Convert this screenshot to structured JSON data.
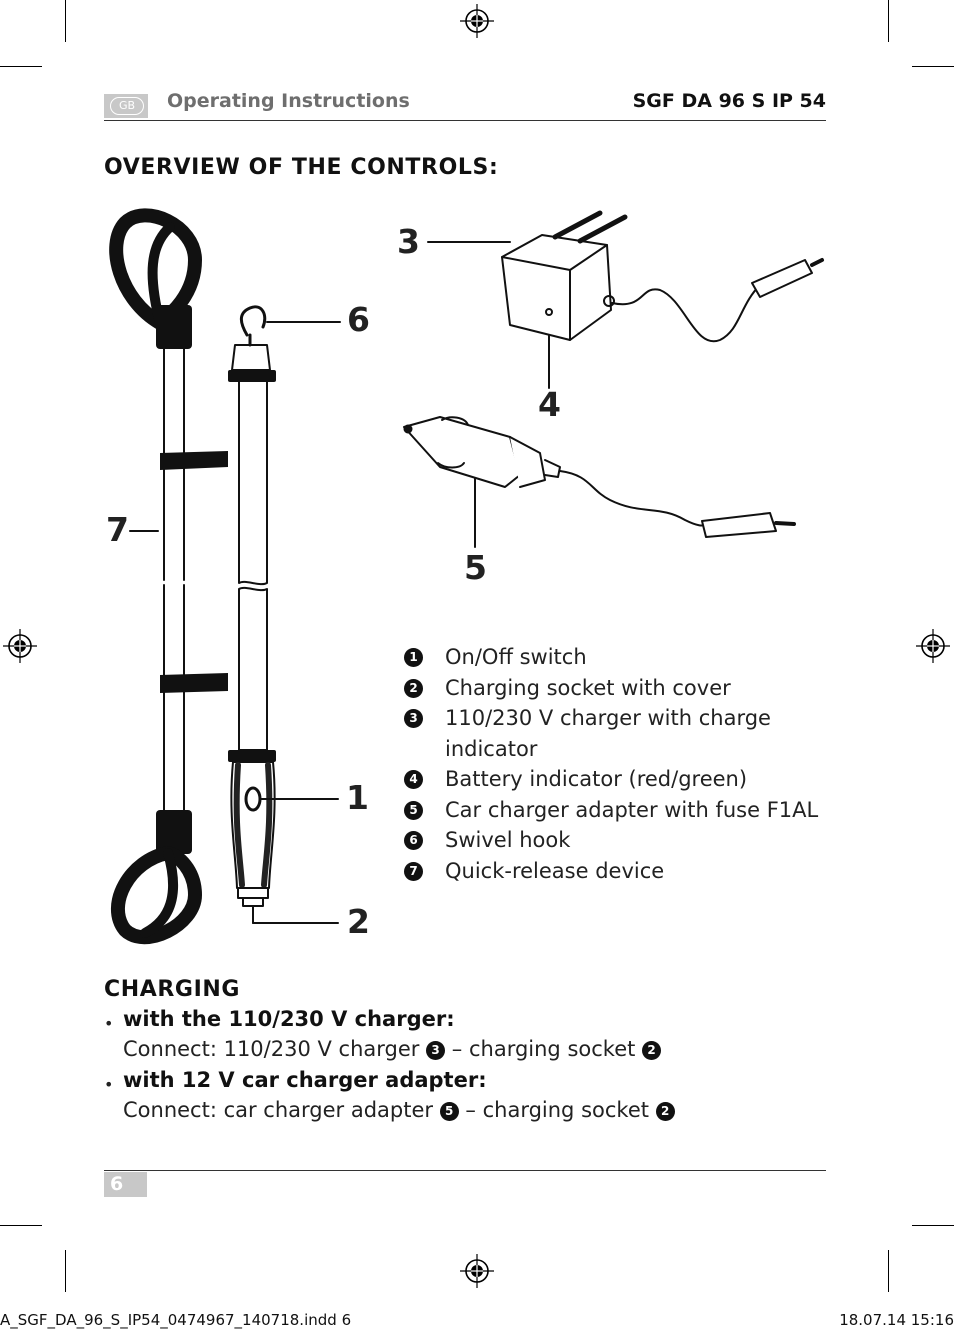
{
  "header": {
    "lang_badge": "GB",
    "section": "Operating Instructions",
    "model": "SGF DA 96 S IP 54"
  },
  "overview": {
    "title": "OVERVIEW OF THE CONTROLS:",
    "callouts": {
      "c1": "1",
      "c2": "2",
      "c3": "3",
      "c4": "4",
      "c5": "5",
      "c6": "6",
      "c7": "7"
    },
    "items": [
      {
        "num": "1",
        "label": "On/Off switch"
      },
      {
        "num": "2",
        "label": "Charging socket with cover"
      },
      {
        "num": "3",
        "label": "110/230 V charger with charge",
        "label_cont": "indicator"
      },
      {
        "num": "4",
        "label": "Battery indicator (red/green)"
      },
      {
        "num": "5",
        "label": "Car charger adapter with fuse F1AL"
      },
      {
        "num": "6",
        "label": "Swivel hook"
      },
      {
        "num": "7",
        "label": "Quick-release device"
      }
    ]
  },
  "charging": {
    "title": "CHARGING",
    "bullet": "•",
    "steps": [
      {
        "title": "with the 110/230 V charger:",
        "text_before": "Connect: 110/230 V charger",
        "ref1": "3",
        "text_mid": "– charging socket",
        "ref2": "2"
      },
      {
        "title": "with 12 V car charger adapter:",
        "text_before": "Connect: car charger adapter",
        "ref1": "5",
        "text_mid": "– charging socket",
        "ref2": "2"
      }
    ]
  },
  "footer": {
    "page_number": "6",
    "slug_file": "A_SGF_DA_96_S_IP54_0474967_140718.indd   6",
    "slug_date": "18.07.14   15:16"
  }
}
